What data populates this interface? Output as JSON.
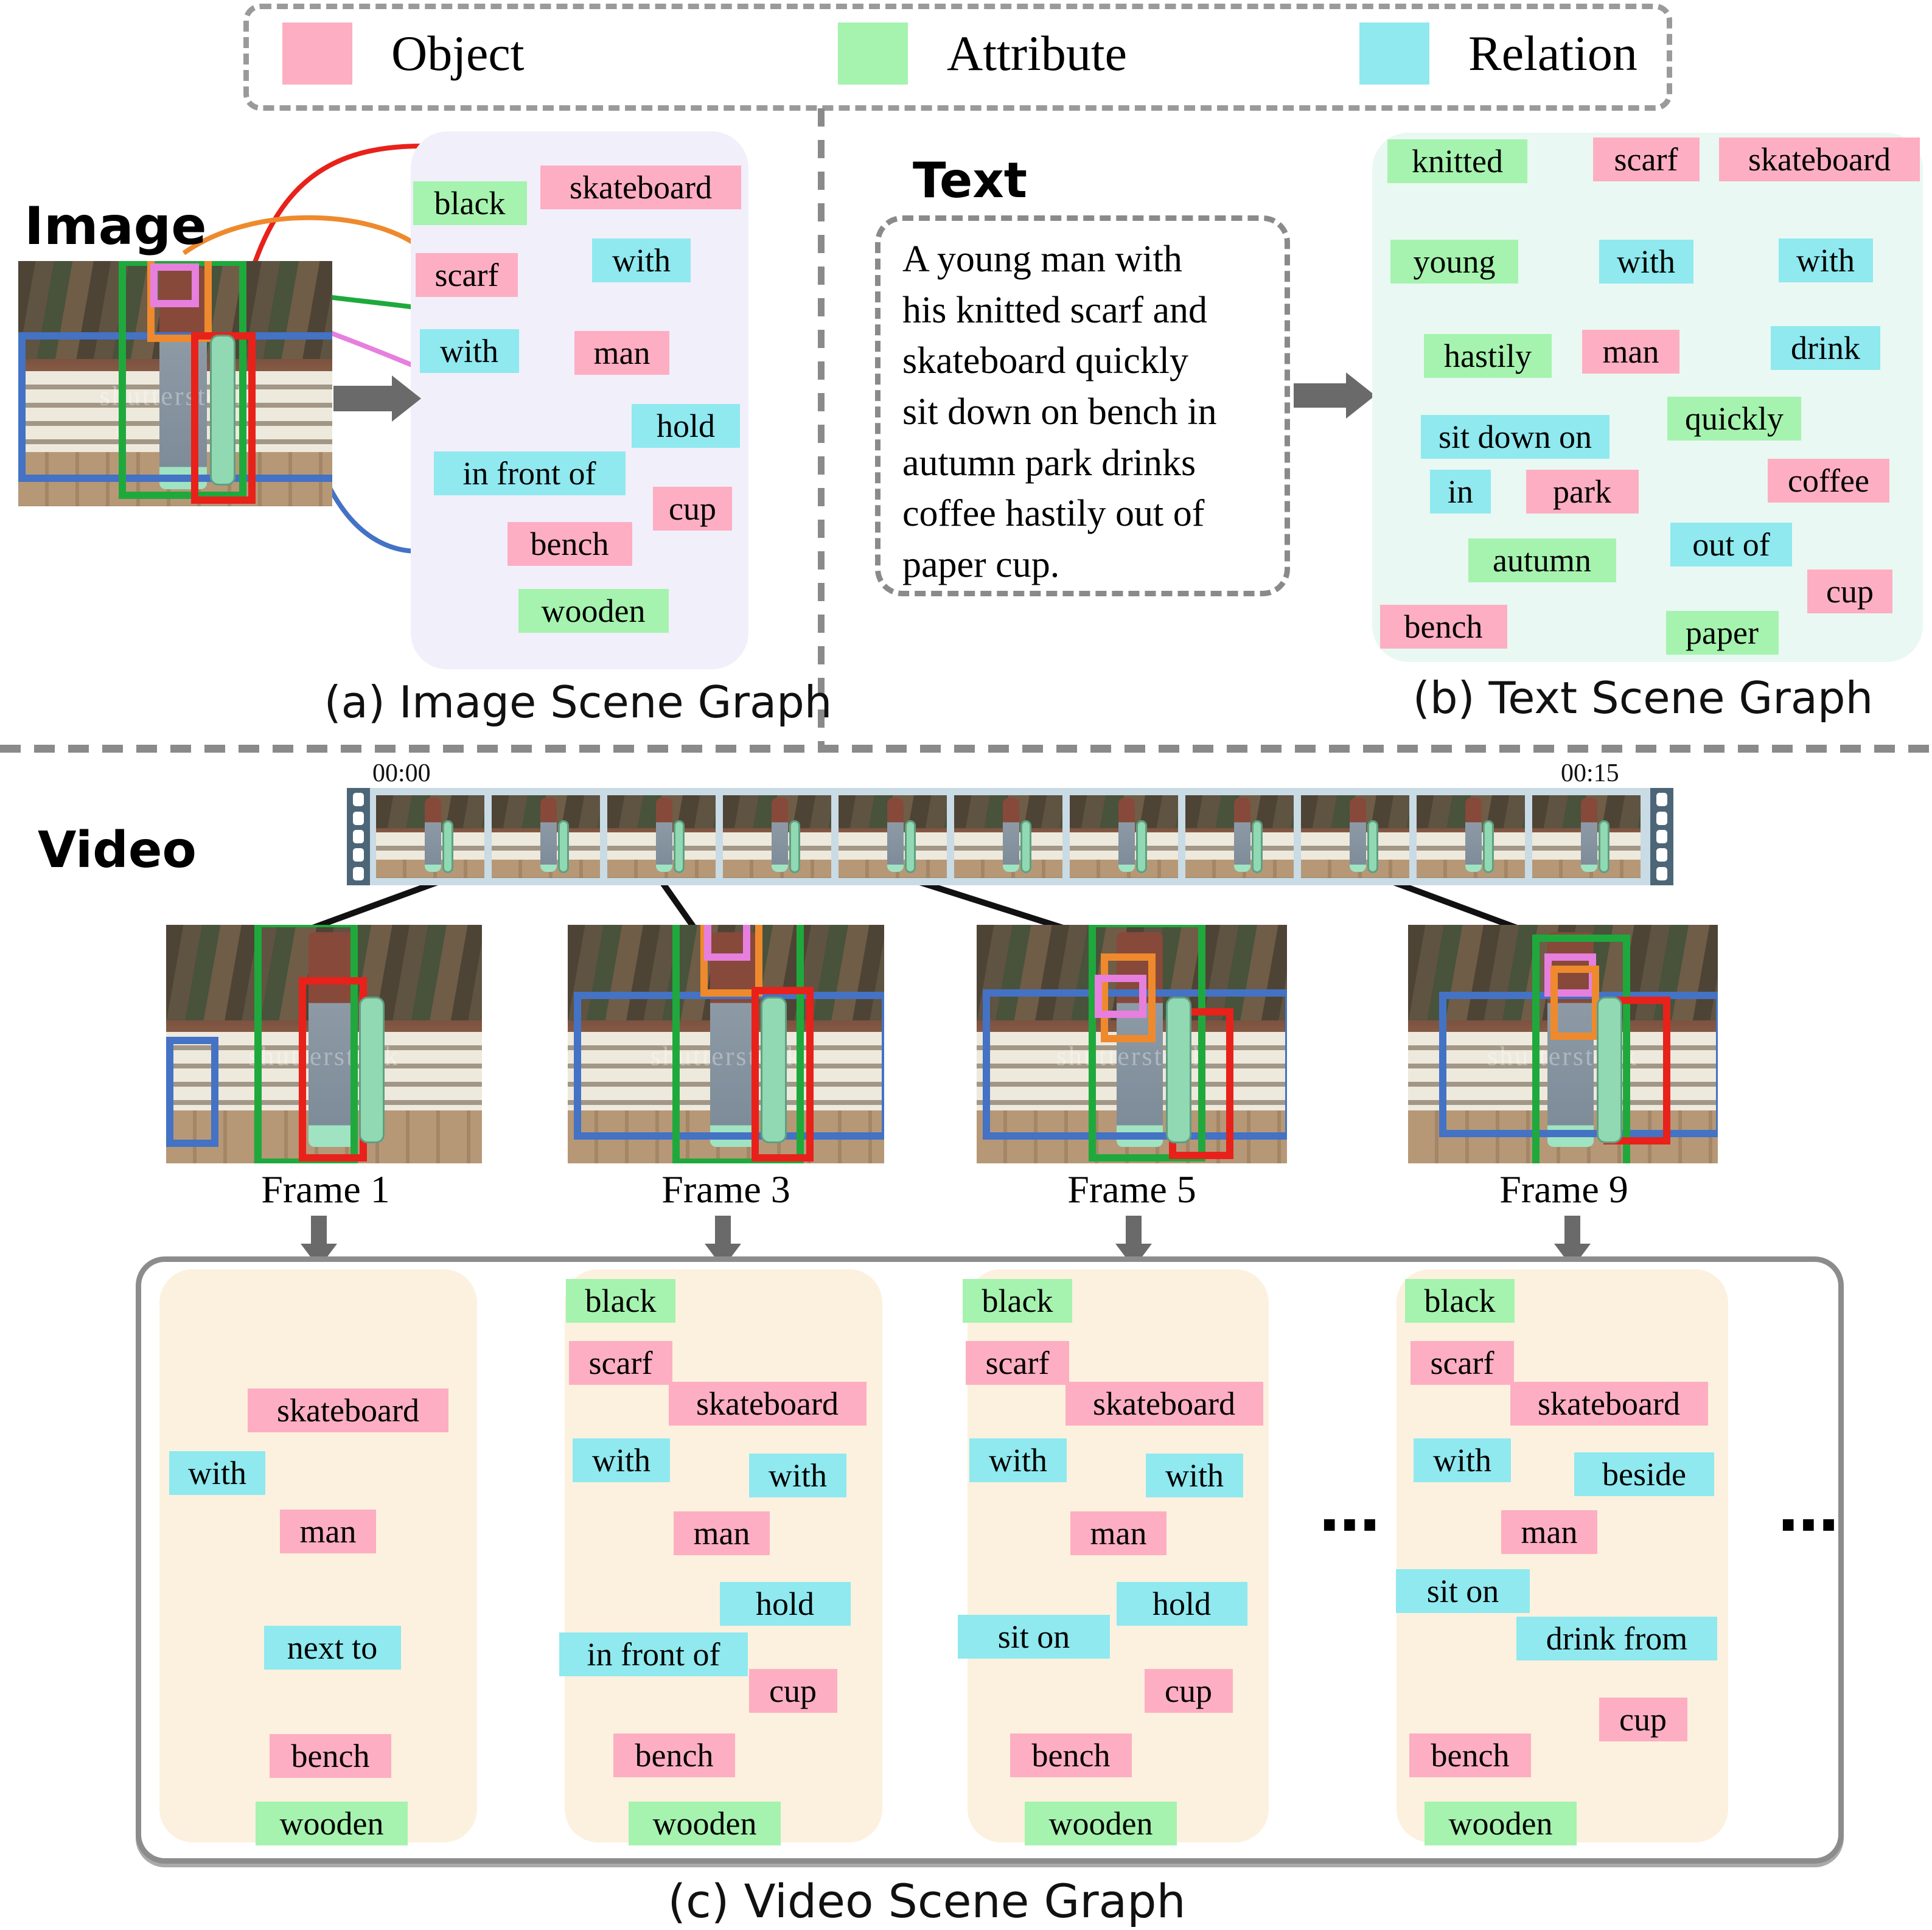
{
  "colors": {
    "object": "#FDAEC2",
    "attribute": "#A5F3AE",
    "relation": "#8FE9EF",
    "panel_a": "#F1EFFA",
    "panel_b": "#E9F8F2",
    "panel_c": "#FCF1DE",
    "bbox_green": "#1FA93C",
    "bbox_red": "#E8211B",
    "bbox_blue": "#4472C4",
    "bbox_orange": "#EE8A2D",
    "bbox_violet": "#E77FDE",
    "arrow_gray": "#6A6A6A",
    "film_bg": "#C9DBE5",
    "film_edge": "#4C6678"
  },
  "legend": {
    "items": [
      {
        "label": "Object"
      },
      {
        "label": "Attribute"
      },
      {
        "label": "Relation"
      }
    ]
  },
  "watermark": "shutterstock",
  "section_a": {
    "image_label": "Image",
    "caption": "(a) Image Scene Graph"
  },
  "section_b": {
    "text_label": "Text",
    "sentence": "A young man with\nhis knitted scarf and\nskateboard quickly\nsit down on bench in\nautumn park drinks\ncoffee hastily out of\npaper cup.",
    "caption": "(b) Text Scene Graph"
  },
  "section_c": {
    "video_label": "Video",
    "time_start": "00:00",
    "time_end": "00:15",
    "frames": [
      {
        "label": "Frame 1"
      },
      {
        "label": "Frame 3"
      },
      {
        "label": "Frame 5"
      },
      {
        "label": "Frame 9"
      }
    ],
    "ellipsis": "⋯",
    "caption": "(c) Video Scene Graph"
  },
  "graphs": {
    "image_scene_graph": {
      "nodes": [
        [
          "a_black",
          "black",
          "attribute",
          772,
          334,
          187
        ],
        [
          "a_skateboard",
          "skateboard",
          "object",
          1053,
          308,
          330
        ],
        [
          "a_scarf",
          "scarf",
          "object",
          767,
          452,
          168
        ],
        [
          "a_with_top",
          "with",
          "relation",
          1054,
          428,
          162
        ],
        [
          "a_with_left",
          "with",
          "relation",
          771,
          577,
          163
        ],
        [
          "a_man",
          "man",
          "object",
          1022,
          580,
          156
        ],
        [
          "a_hold",
          "hold",
          "relation",
          1127,
          700,
          178
        ],
        [
          "a_infrontof",
          "in front of",
          "relation",
          870,
          778,
          315
        ],
        [
          "a_cup",
          "cup",
          "object",
          1138,
          836,
          130
        ],
        [
          "a_bench",
          "bench",
          "object",
          936,
          894,
          205
        ],
        [
          "a_wooden",
          "wooden",
          "attribute",
          975,
          1004,
          247
        ]
      ],
      "edges": [
        [
          "a_scarf",
          "a_black"
        ],
        [
          "a_with_left",
          "a_scarf"
        ],
        [
          "a_man",
          "a_with_left"
        ],
        [
          "a_man",
          "a_with_top"
        ],
        [
          "a_with_top",
          "a_skateboard"
        ],
        [
          "a_man",
          "a_infrontof"
        ],
        [
          "a_man",
          "a_hold"
        ],
        [
          "a_hold",
          "a_cup"
        ],
        [
          "a_infrontof",
          "a_bench"
        ],
        [
          "a_bench",
          "a_wooden"
        ]
      ]
    },
    "text_scene_graph": {
      "nodes": [
        [
          "b_knitted",
          "knitted",
          "attribute",
          2395,
          265,
          230
        ],
        [
          "b_scarf",
          "scarf",
          "object",
          2705,
          262,
          175
        ],
        [
          "b_skateboard",
          "skateboard",
          "object",
          2990,
          262,
          330
        ],
        [
          "b_young",
          "young",
          "attribute",
          2390,
          430,
          210
        ],
        [
          "b_with1",
          "with",
          "relation",
          2705,
          430,
          155
        ],
        [
          "b_with2",
          "with",
          "relation",
          3000,
          428,
          155
        ],
        [
          "b_hastily",
          "hastily",
          "attribute",
          2445,
          585,
          210
        ],
        [
          "b_man",
          "man",
          "object",
          2680,
          578,
          160
        ],
        [
          "b_drink",
          "drink",
          "relation",
          3000,
          572,
          180
        ],
        [
          "b_sitdownon",
          "sit down on",
          "relation",
          2490,
          718,
          310
        ],
        [
          "b_quickly",
          "quickly",
          "attribute",
          2850,
          688,
          220
        ],
        [
          "b_in",
          "in",
          "relation",
          2400,
          808,
          100
        ],
        [
          "b_park",
          "park",
          "object",
          2600,
          808,
          185
        ],
        [
          "b_coffee",
          "coffee",
          "object",
          3005,
          790,
          200
        ],
        [
          "b_autumn",
          "autumn",
          "attribute",
          2534,
          921,
          243
        ],
        [
          "b_outof",
          "out of",
          "relation",
          2845,
          895,
          200
        ],
        [
          "b_bench",
          "bench",
          "object",
          2372,
          1030,
          209
        ],
        [
          "b_cup",
          "cup",
          "object",
          3040,
          972,
          140
        ],
        [
          "b_paper",
          "paper",
          "attribute",
          2830,
          1040,
          185
        ]
      ],
      "edges": [
        [
          "b_scarf",
          "b_knitted"
        ],
        [
          "b_with1",
          "b_scarf"
        ],
        [
          "b_with2",
          "b_skateboard"
        ],
        [
          "b_man",
          "b_young"
        ],
        [
          "b_man",
          "b_with1"
        ],
        [
          "b_man",
          "b_with2"
        ],
        [
          "b_man",
          "b_drink"
        ],
        [
          "b_man",
          "b_sitdownon"
        ],
        [
          "b_sitdownon",
          "b_hastily"
        ],
        [
          "b_sitdownon",
          "b_bench"
        ],
        [
          "b_bench",
          "b_in"
        ],
        [
          "b_in",
          "b_park"
        ],
        [
          "b_park",
          "b_autumn"
        ],
        [
          "b_drink",
          "b_quickly"
        ],
        [
          "b_drink",
          "b_coffee"
        ],
        [
          "b_coffee",
          "b_outof"
        ],
        [
          "b_outof",
          "b_cup"
        ],
        [
          "b_cup",
          "b_paper"
        ]
      ]
    },
    "video_frame1": {
      "nodes": [
        [
          "c1_skateboard",
          "skateboard",
          "object",
          572,
          2318,
          330
        ],
        [
          "c1_with",
          "with",
          "relation",
          357,
          2421,
          158
        ],
        [
          "c1_man",
          "man",
          "object",
          539,
          2517,
          158
        ],
        [
          "c1_nextto",
          "next to",
          "relation",
          546,
          2708,
          225
        ],
        [
          "c1_bench",
          "bench",
          "object",
          543,
          2886,
          200
        ],
        [
          "c1_wooden",
          "wooden",
          "attribute",
          545,
          2997,
          250
        ]
      ],
      "edges": [
        [
          "c1_with",
          "c1_skateboard"
        ],
        [
          "c1_man",
          "c1_with"
        ],
        [
          "c1_man",
          "c1_nextto"
        ],
        [
          "c1_nextto",
          "c1_bench"
        ],
        [
          "c1_bench",
          "c1_wooden"
        ]
      ]
    },
    "video_frame3": {
      "nodes": [
        [
          "c2_black",
          "black",
          "attribute",
          1020,
          2138,
          180
        ],
        [
          "c2_scarf",
          "scarf",
          "object",
          1020,
          2240,
          170
        ],
        [
          "c2_skateboard",
          "skateboard",
          "object",
          1261,
          2307,
          325
        ],
        [
          "c2_with_l",
          "with",
          "relation",
          1021,
          2400,
          160
        ],
        [
          "c2_with_r",
          "with",
          "relation",
          1311,
          2425,
          160
        ],
        [
          "c2_man",
          "man",
          "object",
          1186,
          2520,
          158
        ],
        [
          "c2_hold",
          "hold",
          "relation",
          1290,
          2636,
          215
        ],
        [
          "c2_infrontof",
          "in front of",
          "relation",
          1074,
          2719,
          310
        ],
        [
          "c2_cup",
          "cup",
          "object",
          1303,
          2779,
          145
        ],
        [
          "c2_bench",
          "bench",
          "object",
          1108,
          2885,
          200
        ],
        [
          "c2_wooden",
          "wooden",
          "attribute",
          1158,
          2997,
          250
        ]
      ],
      "edges": [
        [
          "c2_scarf",
          "c2_black"
        ],
        [
          "c2_with_l",
          "c2_scarf"
        ],
        [
          "c2_with_r",
          "c2_skateboard"
        ],
        [
          "c2_man",
          "c2_with_l"
        ],
        [
          "c2_man",
          "c2_with_r"
        ],
        [
          "c2_man",
          "c2_infrontof"
        ],
        [
          "c2_man",
          "c2_hold"
        ],
        [
          "c2_hold",
          "c2_cup"
        ],
        [
          "c2_infrontof",
          "c2_bench"
        ],
        [
          "c2_bench",
          "c2_wooden"
        ]
      ]
    },
    "video_frame5": {
      "nodes": [
        [
          "c3_black",
          "black",
          "attribute",
          1672,
          2138,
          180
        ],
        [
          "c3_scarf",
          "scarf",
          "object",
          1672,
          2240,
          170
        ],
        [
          "c3_skateboard",
          "skateboard",
          "object",
          1913,
          2307,
          325
        ],
        [
          "c3_with_l",
          "with",
          "relation",
          1673,
          2400,
          160
        ],
        [
          "c3_with_r",
          "with",
          "relation",
          1963,
          2425,
          160
        ],
        [
          "c3_man",
          "man",
          "object",
          1838,
          2520,
          158
        ],
        [
          "c3_siton",
          "sit on",
          "relation",
          1699,
          2690,
          250
        ],
        [
          "c3_hold",
          "hold",
          "relation",
          1942,
          2636,
          215
        ],
        [
          "c3_cup",
          "cup",
          "object",
          1953,
          2779,
          145
        ],
        [
          "c3_bench",
          "bench",
          "object",
          1760,
          2885,
          200
        ],
        [
          "c3_wooden",
          "wooden",
          "attribute",
          1809,
          2997,
          250
        ]
      ],
      "edges": [
        [
          "c3_scarf",
          "c3_black"
        ],
        [
          "c3_with_l",
          "c3_scarf"
        ],
        [
          "c3_with_r",
          "c3_skateboard"
        ],
        [
          "c3_man",
          "c3_with_l"
        ],
        [
          "c3_man",
          "c3_with_r"
        ],
        [
          "c3_man",
          "c3_siton"
        ],
        [
          "c3_man",
          "c3_hold"
        ],
        [
          "c3_hold",
          "c3_cup"
        ],
        [
          "c3_siton",
          "c3_bench"
        ],
        [
          "c3_bench",
          "c3_wooden"
        ]
      ]
    },
    "video_frame9": {
      "nodes": [
        [
          "c4_black",
          "black",
          "attribute",
          2399,
          2138,
          180
        ],
        [
          "c4_scarf",
          "scarf",
          "object",
          2403,
          2240,
          170
        ],
        [
          "c4_skateboard",
          "skateboard",
          "object",
          2644,
          2307,
          325
        ],
        [
          "c4_with",
          "with",
          "relation",
          2403,
          2400,
          160
        ],
        [
          "c4_beside",
          "beside",
          "relation",
          2702,
          2423,
          230
        ],
        [
          "c4_man",
          "man",
          "object",
          2546,
          2518,
          158
        ],
        [
          "c4_siton",
          "sit on",
          "relation",
          2404,
          2615,
          220
        ],
        [
          "c4_drinkfrom",
          "drink from",
          "relation",
          2657,
          2693,
          330
        ],
        [
          "c4_cup",
          "cup",
          "object",
          2700,
          2826,
          145
        ],
        [
          "c4_bench",
          "bench",
          "object",
          2416,
          2885,
          200
        ],
        [
          "c4_wooden",
          "wooden",
          "attribute",
          2466,
          2997,
          250
        ]
      ],
      "edges": [
        [
          "c4_scarf",
          "c4_black"
        ],
        [
          "c4_with",
          "c4_scarf"
        ],
        [
          "c4_beside",
          "c4_skateboard"
        ],
        [
          "c4_man",
          "c4_with"
        ],
        [
          "c4_man",
          "c4_beside"
        ],
        [
          "c4_man",
          "c4_siton"
        ],
        [
          "c4_man",
          "c4_drinkfrom"
        ],
        [
          "c4_drinkfrom",
          "c4_cup"
        ],
        [
          "c4_siton",
          "c4_bench"
        ],
        [
          "c4_bench",
          "c4_wooden"
        ]
      ]
    }
  },
  "flow_arrows": [
    [
      795,
      2517,
      912,
      2517
    ],
    [
      1460,
      2517,
      1578,
      2517
    ],
    [
      2090,
      2517,
      2162,
      2517
    ],
    [
      2232,
      2517,
      2288,
      2517
    ],
    [
      2845,
      2517,
      2915,
      2517
    ]
  ],
  "scenes": [
    {
      "id": "scene-photo",
      "boxes": [
        [
          "blue",
          0,
          29,
          98,
          55
        ],
        [
          "green",
          32,
          -1,
          36,
          92
        ],
        [
          "orange",
          41,
          -4,
          16,
          31
        ],
        [
          "violet",
          42,
          1,
          11,
          12
        ],
        [
          "red",
          55,
          29,
          16,
          64
        ]
      ]
    },
    {
      "id": "scene-f1",
      "boxes": [
        [
          "blue",
          0,
          47,
          12,
          40
        ],
        [
          "green",
          28,
          -2,
          28,
          97
        ],
        [
          "red",
          42,
          22,
          17,
          71
        ]
      ]
    },
    {
      "id": "scene-f3",
      "boxes": [
        [
          "blue",
          2,
          28,
          95,
          56
        ],
        [
          "green",
          33,
          -3,
          37,
          98
        ],
        [
          "orange",
          42,
          -6,
          15,
          30
        ],
        [
          "violet",
          43,
          -3,
          10,
          12
        ],
        [
          "red",
          58,
          26,
          15,
          67
        ]
      ]
    },
    {
      "id": "scene-f5",
      "boxes": [
        [
          "blue",
          2,
          27,
          95,
          57
        ],
        [
          "green",
          36,
          -2,
          33,
          95
        ],
        [
          "orange",
          40,
          12,
          13,
          31
        ],
        [
          "violet",
          38,
          21,
          12,
          12
        ],
        [
          "red",
          62,
          35,
          16,
          57
        ]
      ]
    },
    {
      "id": "scene-f9",
      "boxes": [
        [
          "blue",
          10,
          28,
          87,
          55
        ],
        [
          "green",
          40,
          4,
          27,
          95
        ],
        [
          "violet",
          44,
          12,
          12,
          12
        ],
        [
          "orange",
          46,
          17,
          11,
          25
        ],
        [
          "red",
          63,
          30,
          17,
          56
        ]
      ]
    }
  ]
}
